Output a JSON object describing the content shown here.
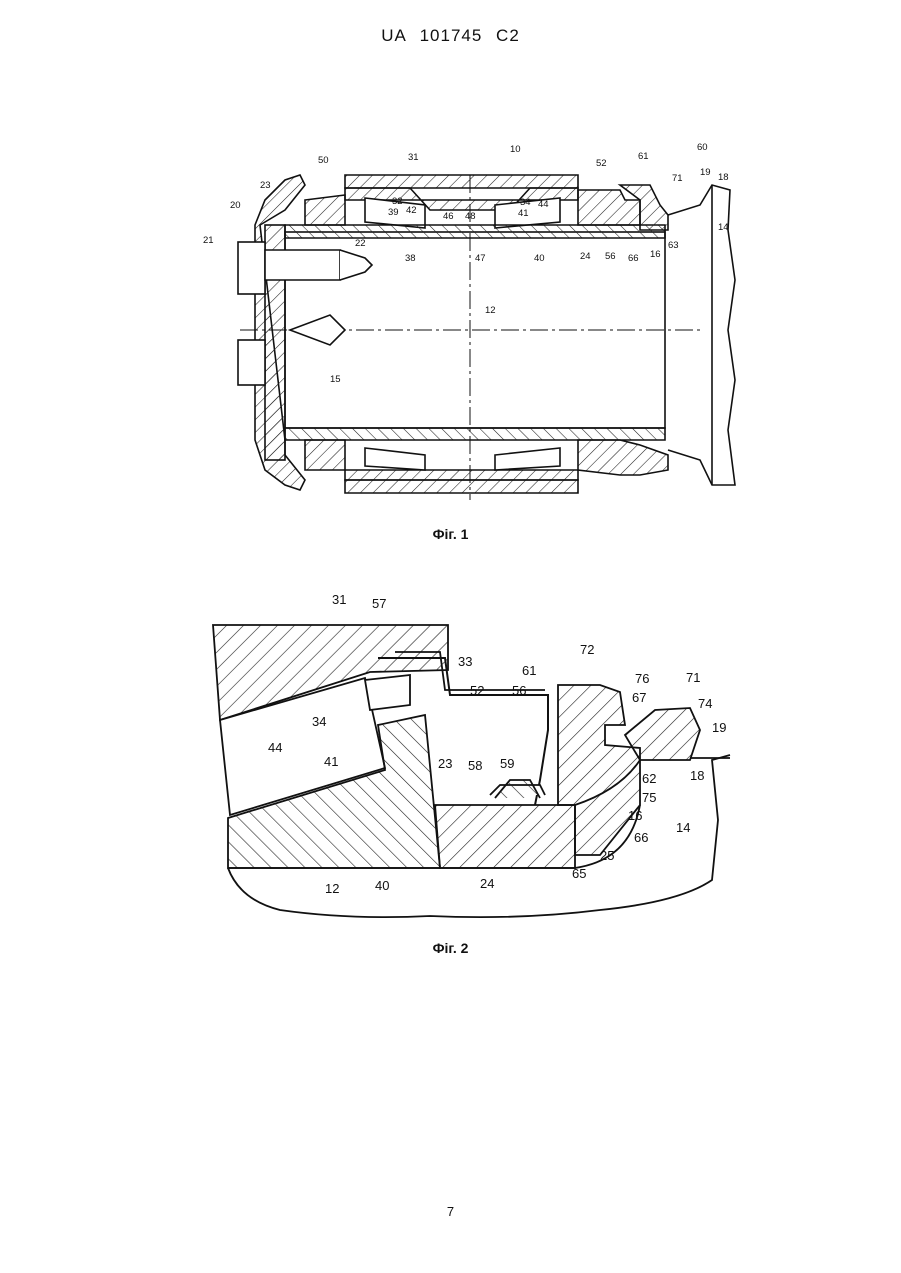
{
  "header": {
    "text": "UA   101745   C2"
  },
  "figure1": {
    "caption": "Фіг. 1",
    "labels": [
      "10",
      "31",
      "50",
      "52",
      "61",
      "60",
      "71",
      "19",
      "18",
      "14",
      "23",
      "20",
      "21",
      "32",
      "39",
      "42",
      "46",
      "48",
      "34",
      "44",
      "41",
      "22",
      "38",
      "47",
      "40",
      "24",
      "56",
      "66",
      "16",
      "63",
      "12",
      "15"
    ]
  },
  "figure2": {
    "caption": "Фіг. 2",
    "labels": [
      "31",
      "57",
      "33",
      "52",
      "56",
      "61",
      "72",
      "76",
      "71",
      "67",
      "74",
      "19",
      "34",
      "44",
      "41",
      "23",
      "58",
      "59",
      "62",
      "18",
      "75",
      "16",
      "14",
      "66",
      "25",
      "65",
      "12",
      "40",
      "24"
    ]
  },
  "footer": {
    "page_number": "7"
  }
}
